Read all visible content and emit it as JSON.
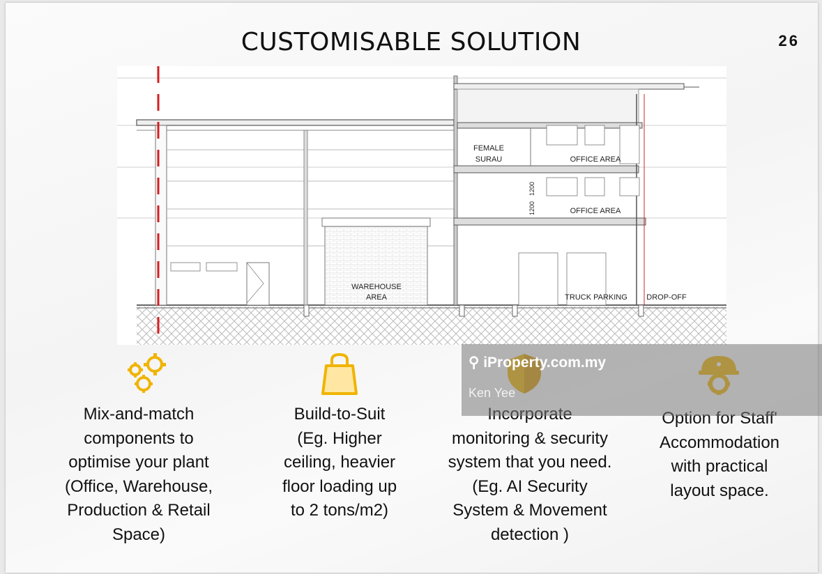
{
  "slide": {
    "title": "CUSTOMISABLE SOLUTION",
    "page_number": "26"
  },
  "drawing": {
    "labels": {
      "female_surau_line1": "FEMALE",
      "female_surau_line2": "SURAU",
      "office_area_upper": "OFFICE AREA",
      "office_area_lower": "OFFICE AREA",
      "dim_upper": "1200",
      "dim_lower": "1200",
      "warehouse_line1": "WAREHOUSE",
      "warehouse_line2": "AREA",
      "truck_parking": "TRUCK PARKING",
      "drop_off": "DROP-OFF"
    }
  },
  "features": [
    {
      "icon": "gears-icon",
      "lines": [
        "Mix-and-match",
        "components to",
        "optimise your plant",
        "(Office, Warehouse,",
        "Production & Retail",
        "Space)"
      ]
    },
    {
      "icon": "bag-icon",
      "lines": [
        "Build-to-Suit",
        "(Eg. Higher",
        "ceiling, heavier",
        "floor loading up",
        "to 2 tons/m2)"
      ]
    },
    {
      "icon": "shield-icon",
      "lines": [
        "Incorporate",
        "monitoring & security",
        "system that you need.",
        "(Eg. AI Security",
        "System & Movement",
        "detection )"
      ]
    },
    {
      "icon": "helmet-gear-icon",
      "lines": [
        "Option for Staff'",
        "Accommodation",
        "with practical",
        "layout space."
      ]
    }
  ],
  "watermark": {
    "logo_text": "iProperty.com.my",
    "agent_name": "Ken Yee"
  },
  "colors": {
    "icon_gold": "#f0b400",
    "guide_red": "#d42020"
  }
}
